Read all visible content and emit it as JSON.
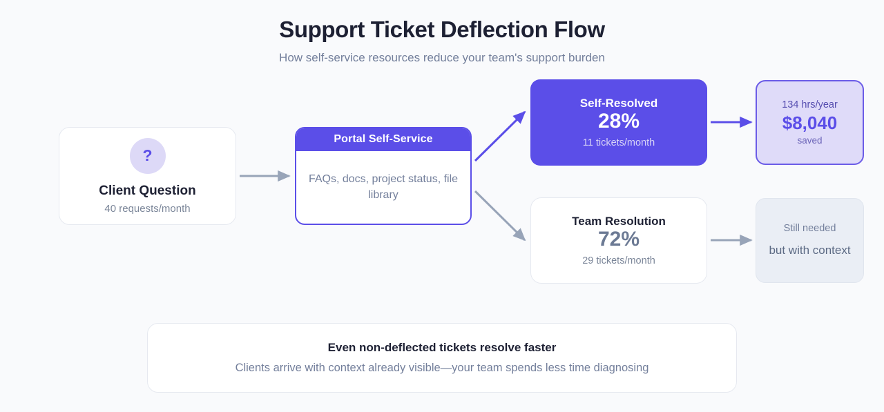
{
  "header": {
    "title": "Support Ticket Deflection Flow",
    "subtitle": "How self-service resources reduce your team's support burden"
  },
  "colors": {
    "accent_purple": "#5b4ee8",
    "accent_purple_light": "#dfdbf9",
    "page_background": "#f9fafc",
    "gray_connector": "#98a4b8",
    "text_dark": "#1d2033",
    "text_muted": "#737f9b"
  },
  "nodes": {
    "client": {
      "icon": "question-mark-icon",
      "icon_glyph": "?",
      "title": "Client Question",
      "subtitle": "40 requests/month"
    },
    "portal": {
      "header": "Portal Self-Service",
      "body": "FAQs, docs, project status, file library"
    },
    "self_resolved": {
      "label": "Self-Resolved",
      "percent": "28%",
      "sub": "11 tickets/month"
    },
    "team_resolution": {
      "label": "Team Resolution",
      "percent": "72%",
      "sub": "29 tickets/month"
    },
    "savings": {
      "hours": "134 hrs/year",
      "amount": "$8,040",
      "caption": "saved"
    },
    "still_needed": {
      "top": "Still needed",
      "main": "but with context"
    }
  },
  "footer": {
    "title": "Even non-deflected tickets resolve faster",
    "subtitle": "Clients arrive with context already visible—your team spends less time diagnosing"
  },
  "chart_data": {
    "type": "diagram",
    "title": "Support Ticket Deflection Flow",
    "subtitle": "How self-service resources reduce your team's support burden",
    "total_requests_per_month": 40,
    "split": [
      {
        "name": "Self-Resolved",
        "percent": 28,
        "tickets_per_month": 11
      },
      {
        "name": "Team Resolution",
        "percent": 72,
        "tickets_per_month": 29
      }
    ],
    "savings": {
      "hours_per_year": 134,
      "dollars_saved": 8040
    },
    "flow": [
      {
        "from": "Client Question",
        "to": "Portal Self-Service",
        "style": "gray"
      },
      {
        "from": "Portal Self-Service",
        "to": "Self-Resolved",
        "style": "purple"
      },
      {
        "from": "Portal Self-Service",
        "to": "Team Resolution",
        "style": "gray"
      },
      {
        "from": "Self-Resolved",
        "to": "$8,040 saved",
        "style": "purple"
      },
      {
        "from": "Team Resolution",
        "to": "Still needed but with context",
        "style": "gray"
      }
    ]
  }
}
